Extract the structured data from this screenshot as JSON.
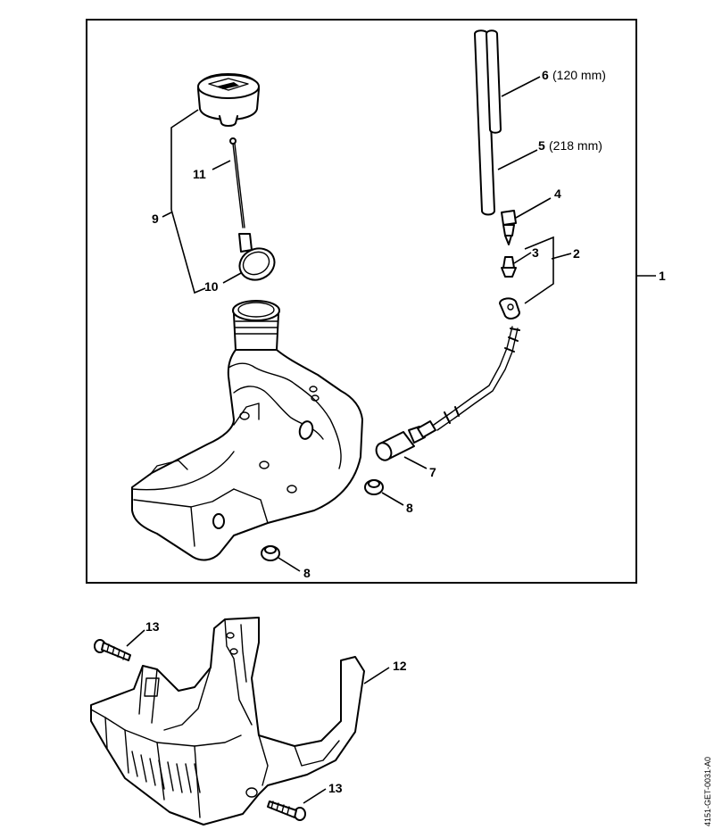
{
  "labels": {
    "p1": "1",
    "p2": "2",
    "p3": "3",
    "p4": "4",
    "p5": "5",
    "p5_length": "(218 mm)",
    "p6": "6",
    "p6_length": "(120 mm)",
    "p7": "7",
    "p8a": "8",
    "p8b": "8",
    "p9": "9",
    "p10": "10",
    "p11": "11",
    "p12": "12",
    "p13a": "13",
    "p13b": "13"
  },
  "document_code": "4151-GET-0031-A0"
}
